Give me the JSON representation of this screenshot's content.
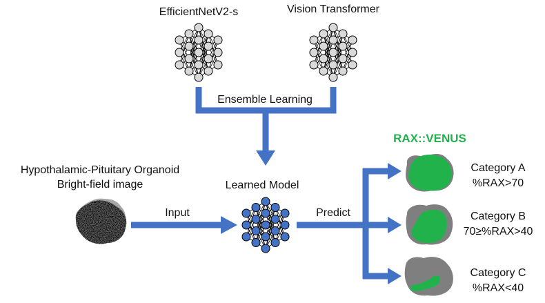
{
  "models": {
    "left_title": "EfficientNetV2-s",
    "right_title": "Vision Transformer"
  },
  "ensemble_label": "Ensemble Learning",
  "input": {
    "title_line1": "Hypothalamic-Pituitary Organoid",
    "title_line2": "Bright-field image",
    "arrow_label": "Input"
  },
  "learned_model_label": "Learned Model",
  "predict_label": "Predict",
  "reporter_label": "RAX::VENUS",
  "categories": [
    {
      "name": "Category A",
      "rule": "%RAX>70"
    },
    {
      "name": "Category B",
      "rule": "70≥%RAX>40"
    },
    {
      "name": "Category C",
      "rule": "%RAX<40"
    }
  ],
  "colors": {
    "arrow": "#4472c4",
    "venus_green": "#22b24c",
    "organoid_gray": "#7f7f7f",
    "node_blue": "#4472c4",
    "node_gray": "#d9d9d9"
  }
}
